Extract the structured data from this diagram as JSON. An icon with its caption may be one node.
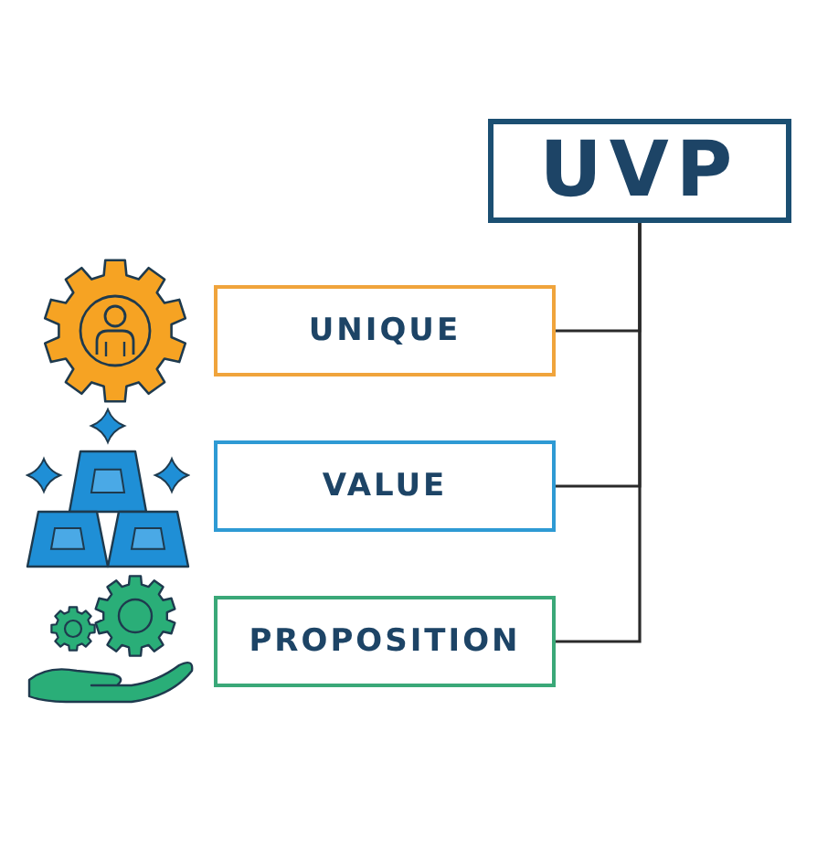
{
  "diagram": {
    "nodes": [
      {
        "text": [
          "UVP"
        ]
      },
      {
        "text": [
          "UNIQUE"
        ]
      },
      {
        "text": [
          "VALUE"
        ]
      },
      {
        "text": [
          "PROPOSITION"
        ]
      }
    ],
    "edges": [
      {
        "from": 0,
        "to": 1,
        "arrow": "none"
      },
      {
        "from": 0,
        "to": 2,
        "arrow": "none"
      },
      {
        "from": 0,
        "to": 3,
        "arrow": "none"
      }
    ]
  }
}
